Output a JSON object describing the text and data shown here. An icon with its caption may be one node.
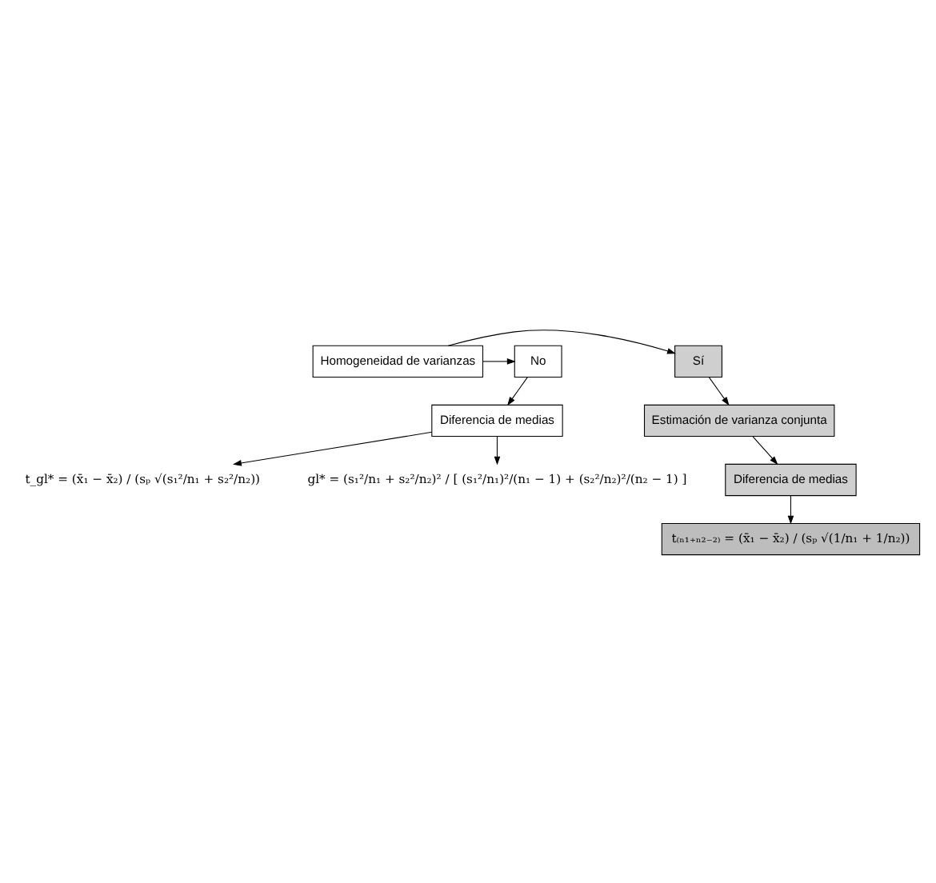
{
  "diagram": {
    "nodes": [
      {
        "text": [
          "Homogeneidad de varianzas"
        ]
      },
      {
        "text": [
          "Sí"
        ]
      },
      {
        "text": [
          "No"
        ]
      },
      {
        "text": [
          "Estimación de varianza conjunta"
        ]
      },
      {
        "text": [
          "Diferencia de medias"
        ]
      },
      {
        "text": [
          "t₍ₙ₁₊ₙ₂₋₂₎ = (x̄₁ − x̄₂) / (sₚ √(1/n₁ + 1/n₂))"
        ]
      },
      {
        "text": [
          "Diferencia de medias"
        ]
      },
      {
        "text": [
          "t_gl* = (x̄₁ − x̄₂) / (sₚ √(s₁²/n₁ + s₂²/n₂))"
        ]
      },
      {
        "text": [
          "gl* = (s₁²/n₁ + s₂²/n₂)² / [ (s₁²/n₁)²/(n₁ − 1) + (s₂²/n₂)²/(n₂ − 1) ]"
        ]
      }
    ],
    "edges": [
      {
        "from": 0,
        "to": 1,
        "arrow": "to"
      },
      {
        "from": 0,
        "to": 2,
        "arrow": "to"
      },
      {
        "from": 1,
        "to": 3,
        "arrow": "to"
      },
      {
        "from": 3,
        "to": 4,
        "arrow": "to"
      },
      {
        "from": 4,
        "to": 5,
        "arrow": "to"
      },
      {
        "from": 2,
        "to": 6,
        "arrow": "to"
      },
      {
        "from": 6,
        "to": 7,
        "arrow": "to"
      },
      {
        "from": 6,
        "to": 8,
        "arrow": "to"
      }
    ]
  }
}
